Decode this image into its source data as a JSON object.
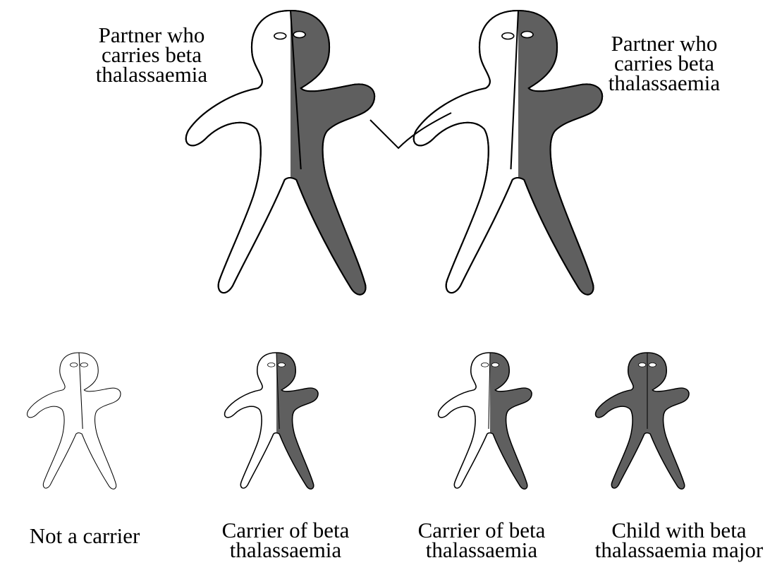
{
  "colors": {
    "carrier_fill": "#5f5f5f",
    "unaffected_fill": "#ffffff",
    "outline": "#000000"
  },
  "figures": {
    "parent_left": {
      "label": "Partner who\ncarries beta\nthalassaemia",
      "status": "carrier",
      "icon": "half-shaded-person-icon"
    },
    "parent_right": {
      "label": "Partner who\ncarries beta\nthalassaemia",
      "status": "carrier",
      "icon": "half-shaded-person-icon"
    },
    "child_1": {
      "label": "Not a carrier",
      "status": "unaffected",
      "icon": "unshaded-person-icon"
    },
    "child_2": {
      "label": "Carrier of beta\nthalassaemia",
      "status": "carrier",
      "icon": "half-shaded-person-icon"
    },
    "child_3": {
      "label": "Carrier of beta\nthalassaemia",
      "status": "carrier",
      "icon": "half-shaded-person-icon"
    },
    "child_4": {
      "label": "Child with beta\nthalassaemia major",
      "status": "affected",
      "icon": "fully-shaded-person-icon"
    }
  }
}
